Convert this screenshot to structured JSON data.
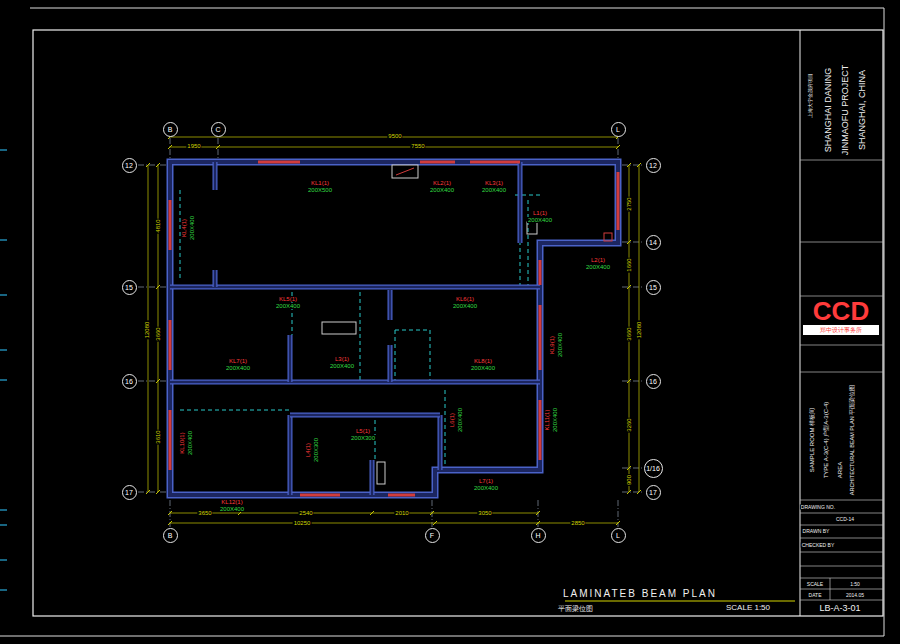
{
  "diagram": {
    "title": "LAMINATEB BEAM PLAN",
    "nodes": [
      {
        "text": [
          "B"
        ]
      },
      {
        "text": [
          "C"
        ]
      },
      {
        "text": [
          "L"
        ]
      },
      {
        "text": [
          "B"
        ]
      },
      {
        "text": [
          "F"
        ]
      },
      {
        "text": [
          "H"
        ]
      },
      {
        "text": [
          "L"
        ]
      },
      {
        "text": [
          "12"
        ]
      },
      {
        "text": [
          "15"
        ]
      },
      {
        "text": [
          "16"
        ]
      },
      {
        "text": [
          "17"
        ]
      },
      {
        "text": [
          "12"
        ]
      },
      {
        "text": [
          "14"
        ]
      },
      {
        "text": [
          "15"
        ]
      },
      {
        "text": [
          "16"
        ]
      },
      {
        "text": [
          "1/16"
        ]
      },
      {
        "text": [
          "17"
        ]
      }
    ],
    "labels": [
      "9500",
      "1950",
      "7550",
      "12080",
      "4810",
      "3660",
      "3610",
      "12080",
      "2750",
      "1660",
      "3660",
      "3260",
      "900",
      "3650",
      "2540",
      "2010",
      "3050",
      "10250",
      "2850",
      "KL1(1)",
      "200X500",
      "KL2(1)",
      "200X400",
      "KL3(1)",
      "200X400",
      "L1(1)",
      "200X400",
      "L2(1)",
      "200X400",
      "KL4(1)",
      "200X400",
      "KL5(1)",
      "200X400",
      "KL6(1)",
      "200X400",
      "L3(1)",
      "200X400",
      "KL7(1)",
      "200X400",
      "KL8(1)",
      "200X400",
      "KL9(1)",
      "200X400",
      "KL10(1)",
      "200X400",
      "L4(1)",
      "200X300",
      "L5(1)",
      "200X300",
      "L6(1)",
      "200X400",
      "KL11(1)",
      "200X400",
      "L7(1)",
      "200X400",
      "KL12(1)",
      "200X400",
      "SHANGHAI DANING",
      "JINMAOFU PROJECT",
      "SHANGHAI, CHINA",
      "上海大宁金茂府项目",
      "CCD",
      "郑中设计事务所",
      "SAMPLE ROOM 样板间",
      "TYPE A-3(C-4) 户型A-3(C-4)",
      "AREA",
      "ARCHITECTURAL BEAM PLAN 平面梁位图",
      "DRAWING NO.",
      "CCD-14",
      "DRAWN BY",
      "CHECKED BY",
      "SCALE",
      "1:50",
      "DATE",
      "2014.05",
      "LB-A-3-01",
      "平面梁位图",
      "SCALE 1:50"
    ]
  }
}
